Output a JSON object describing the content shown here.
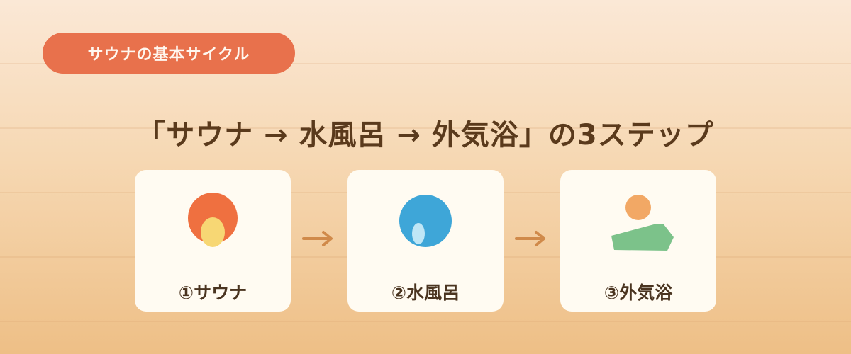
{
  "badge": {
    "label": "サウナの基本サイクル"
  },
  "headline": {
    "text": "「サウナ → 水風呂 → 外気浴」の3ステップ"
  },
  "steps": [
    {
      "label": "①サウナ",
      "icon": "flame-icon"
    },
    {
      "label": "②水風呂",
      "icon": "water-drop-icon"
    },
    {
      "label": "③外気浴",
      "icon": "person-resting-icon"
    }
  ],
  "colors": {
    "badge": "#e8714c",
    "headline": "#5a3a1c",
    "arrow": "#d08a4a",
    "flame_outer": "#ef7040",
    "flame_inner": "#f7d774",
    "water": "#3ea6d8",
    "water_highlight": "#bfe6f6",
    "sun": "#f2a865",
    "body": "#7cc28a"
  }
}
